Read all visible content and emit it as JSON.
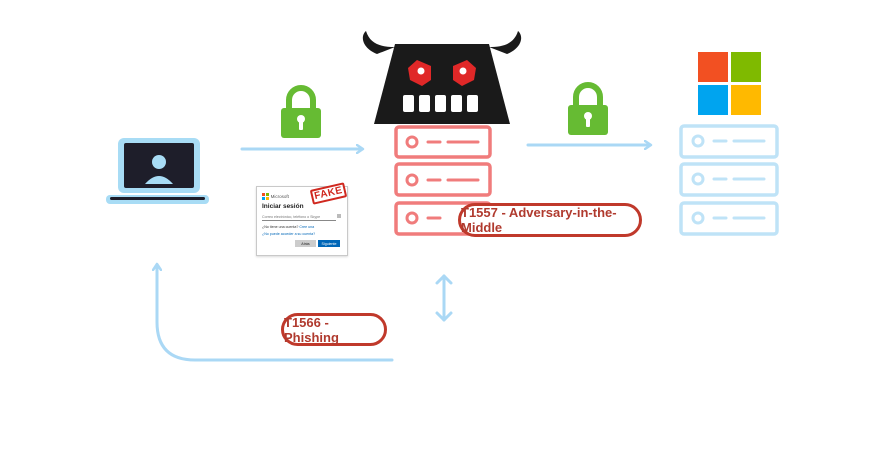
{
  "labels": {
    "aitm_technique": "T1557 - Adversary-in-the-Middle",
    "phishing_technique": "T1566 - Phishing",
    "fake_stamp": "FAKE"
  },
  "fake_login": {
    "brand": "Microsoft",
    "title": "Iniciar sesión",
    "email_placeholder": "Correo electrónico, teléfono o Skype",
    "no_account_text": "¿No tiene una cuenta?",
    "create_link": "Cree una",
    "no_access_link": "¿No puede acceder a su cuenta?",
    "back_button": "Atrás",
    "next_button": "Siguiente"
  },
  "colors": {
    "flow_arrow": "#aad8f5",
    "server_red": "#f07c7c",
    "server_blue": "#bfe3f7",
    "lock_green": "#66bb33",
    "device_blue": "#a8dcf5",
    "pill_border": "#c0392b",
    "ms_red": "#f25022",
    "ms_green": "#7fba00",
    "ms_blue": "#00a4ef",
    "ms_yellow": "#ffb900"
  },
  "icons": [
    "laptop-user-icon",
    "lock-icon",
    "attacker-server-icon",
    "microsoft-logo-icon",
    "server-stack-icon"
  ]
}
